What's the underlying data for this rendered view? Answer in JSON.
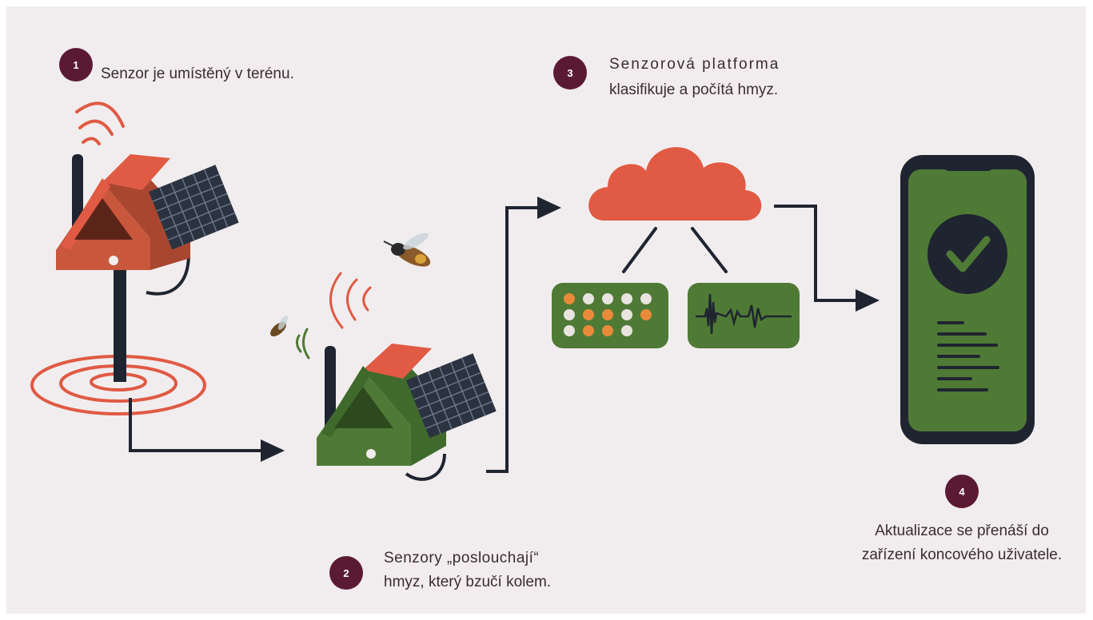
{
  "steps": [
    {
      "number": "1",
      "text": "Senzor je umístěný v terénu."
    },
    {
      "number": "2",
      "text_line1": "Senzory „poslouchají“",
      "text_line2": "hmyz, který bzučí kolem."
    },
    {
      "number": "3",
      "text_line1": "Senzorová platforma",
      "text_line2": "klasifikuje a počítá hmyz."
    },
    {
      "number": "4",
      "text_line1": "Aktualizace se přenáší do",
      "text_line2": "zařízení koncového uživatele."
    }
  ],
  "colors": {
    "background": "#f1edee",
    "badge": "#5b1a33",
    "accent_red": "#e05a44",
    "green": "#4f7a36",
    "dark": "#1f2530"
  },
  "icons": [
    "sensor-house-icon",
    "signal-waves-icon",
    "insect-icon",
    "cloud-icon",
    "data-dots-icon",
    "waveform-icon",
    "smartphone-icon",
    "checkmark-icon",
    "arrow-icon"
  ]
}
